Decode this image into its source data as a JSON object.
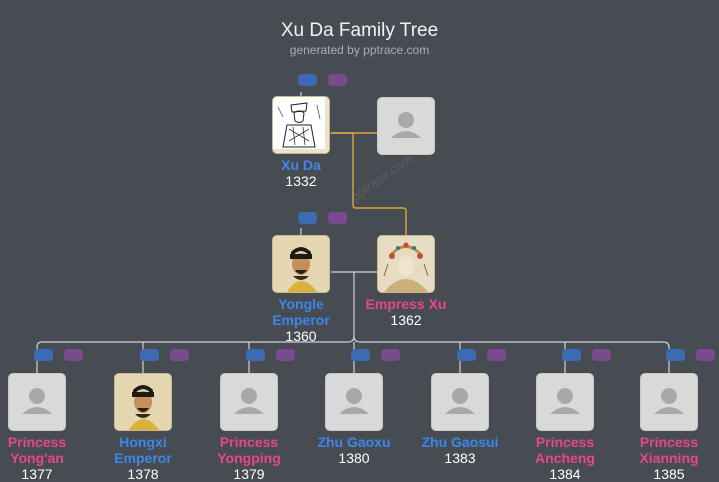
{
  "header": {
    "title": "Xu Da Family Tree",
    "subtitle": "generated by pptrace.com"
  },
  "watermark": "pptrace.com",
  "colors": {
    "background": "#474c53",
    "male": "#3f86ea",
    "female": "#e8468a",
    "highlight": "#f1c24a",
    "connector_spouse": "#d9a93b",
    "connector": "#cfd3d8"
  },
  "people": {
    "xu_da": {
      "name_lines": [
        "Xu Da"
      ],
      "year": "1332",
      "gender": "male",
      "photo": "ink-portrait"
    },
    "xu_da_spouse": {
      "name_lines": [],
      "year": "",
      "gender": "unknown",
      "photo": "none"
    },
    "yongle": {
      "name_lines": [
        "Yongle",
        "Emperor"
      ],
      "year": "1360",
      "gender": "male",
      "photo": "emperor-portrait"
    },
    "empress_xu": {
      "name_lines": [
        "Empress Xu"
      ],
      "year": "1362",
      "gender": "female",
      "photo": "empress-portrait"
    },
    "children": [
      {
        "name_lines": [
          "Princess",
          "Yong'an"
        ],
        "year": "1377",
        "gender": "female",
        "photo": "none"
      },
      {
        "name_lines": [
          "Hongxi",
          "Emperor"
        ],
        "year": "1378",
        "gender": "male",
        "photo": "emperor-portrait"
      },
      {
        "name_lines": [
          "Princess",
          "Yongping"
        ],
        "year": "1379",
        "gender": "female",
        "photo": "none"
      },
      {
        "name_lines": [
          "Zhu Gaoxu"
        ],
        "year": "1380",
        "gender": "male",
        "photo": "none"
      },
      {
        "name_lines": [
          "Zhu Gaosui"
        ],
        "year": "1383",
        "gender": "male",
        "photo": "none"
      },
      {
        "name_lines": [
          "Princess",
          "Ancheng"
        ],
        "year": "1384",
        "gender": "female",
        "photo": "none"
      },
      {
        "name_lines": [
          "Princess",
          "Xianning"
        ],
        "year": "1385",
        "gender": "female",
        "photo": "none"
      }
    ]
  }
}
